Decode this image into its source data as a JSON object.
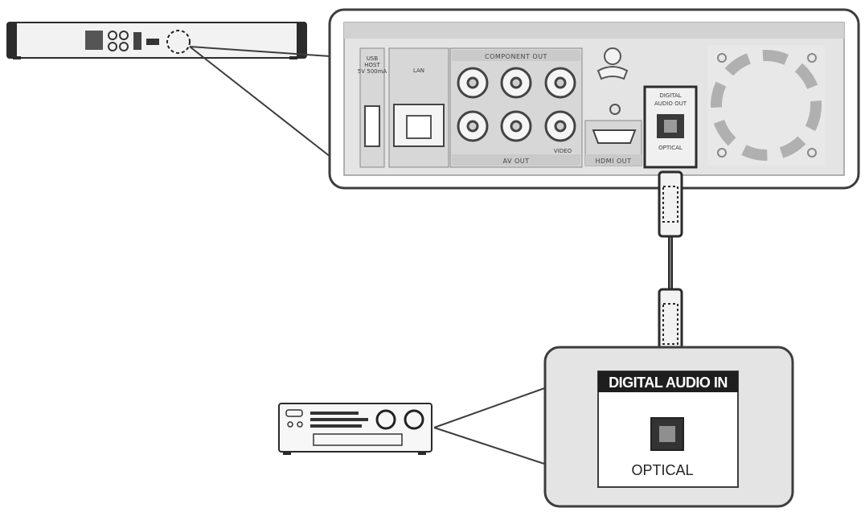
{
  "player_panel": {
    "lan_label": "LAN",
    "usb_label": "USB\nHOST\n5V 500mA",
    "component_out_label": "COMPONENT OUT",
    "video_label": "VIDEO",
    "av_out_label": "AV OUT",
    "hdmi_out_label": "HDMI OUT",
    "digital_audio_out_label_line1": "DIGITAL",
    "digital_audio_out_label_line2": "AUDIO OUT",
    "optical_label": "OPTICAL"
  },
  "receiver_panel": {
    "digital_audio_in_label": "DIGITAL AUDIO IN",
    "optical_label": "OPTICAL"
  },
  "colors": {
    "panel_fill": "#e4e4e4",
    "panel_stroke": "#3d3d3d",
    "device_dark": "#2b2b2b",
    "label_bar": "#1e1e1e",
    "connector": "#333333"
  }
}
